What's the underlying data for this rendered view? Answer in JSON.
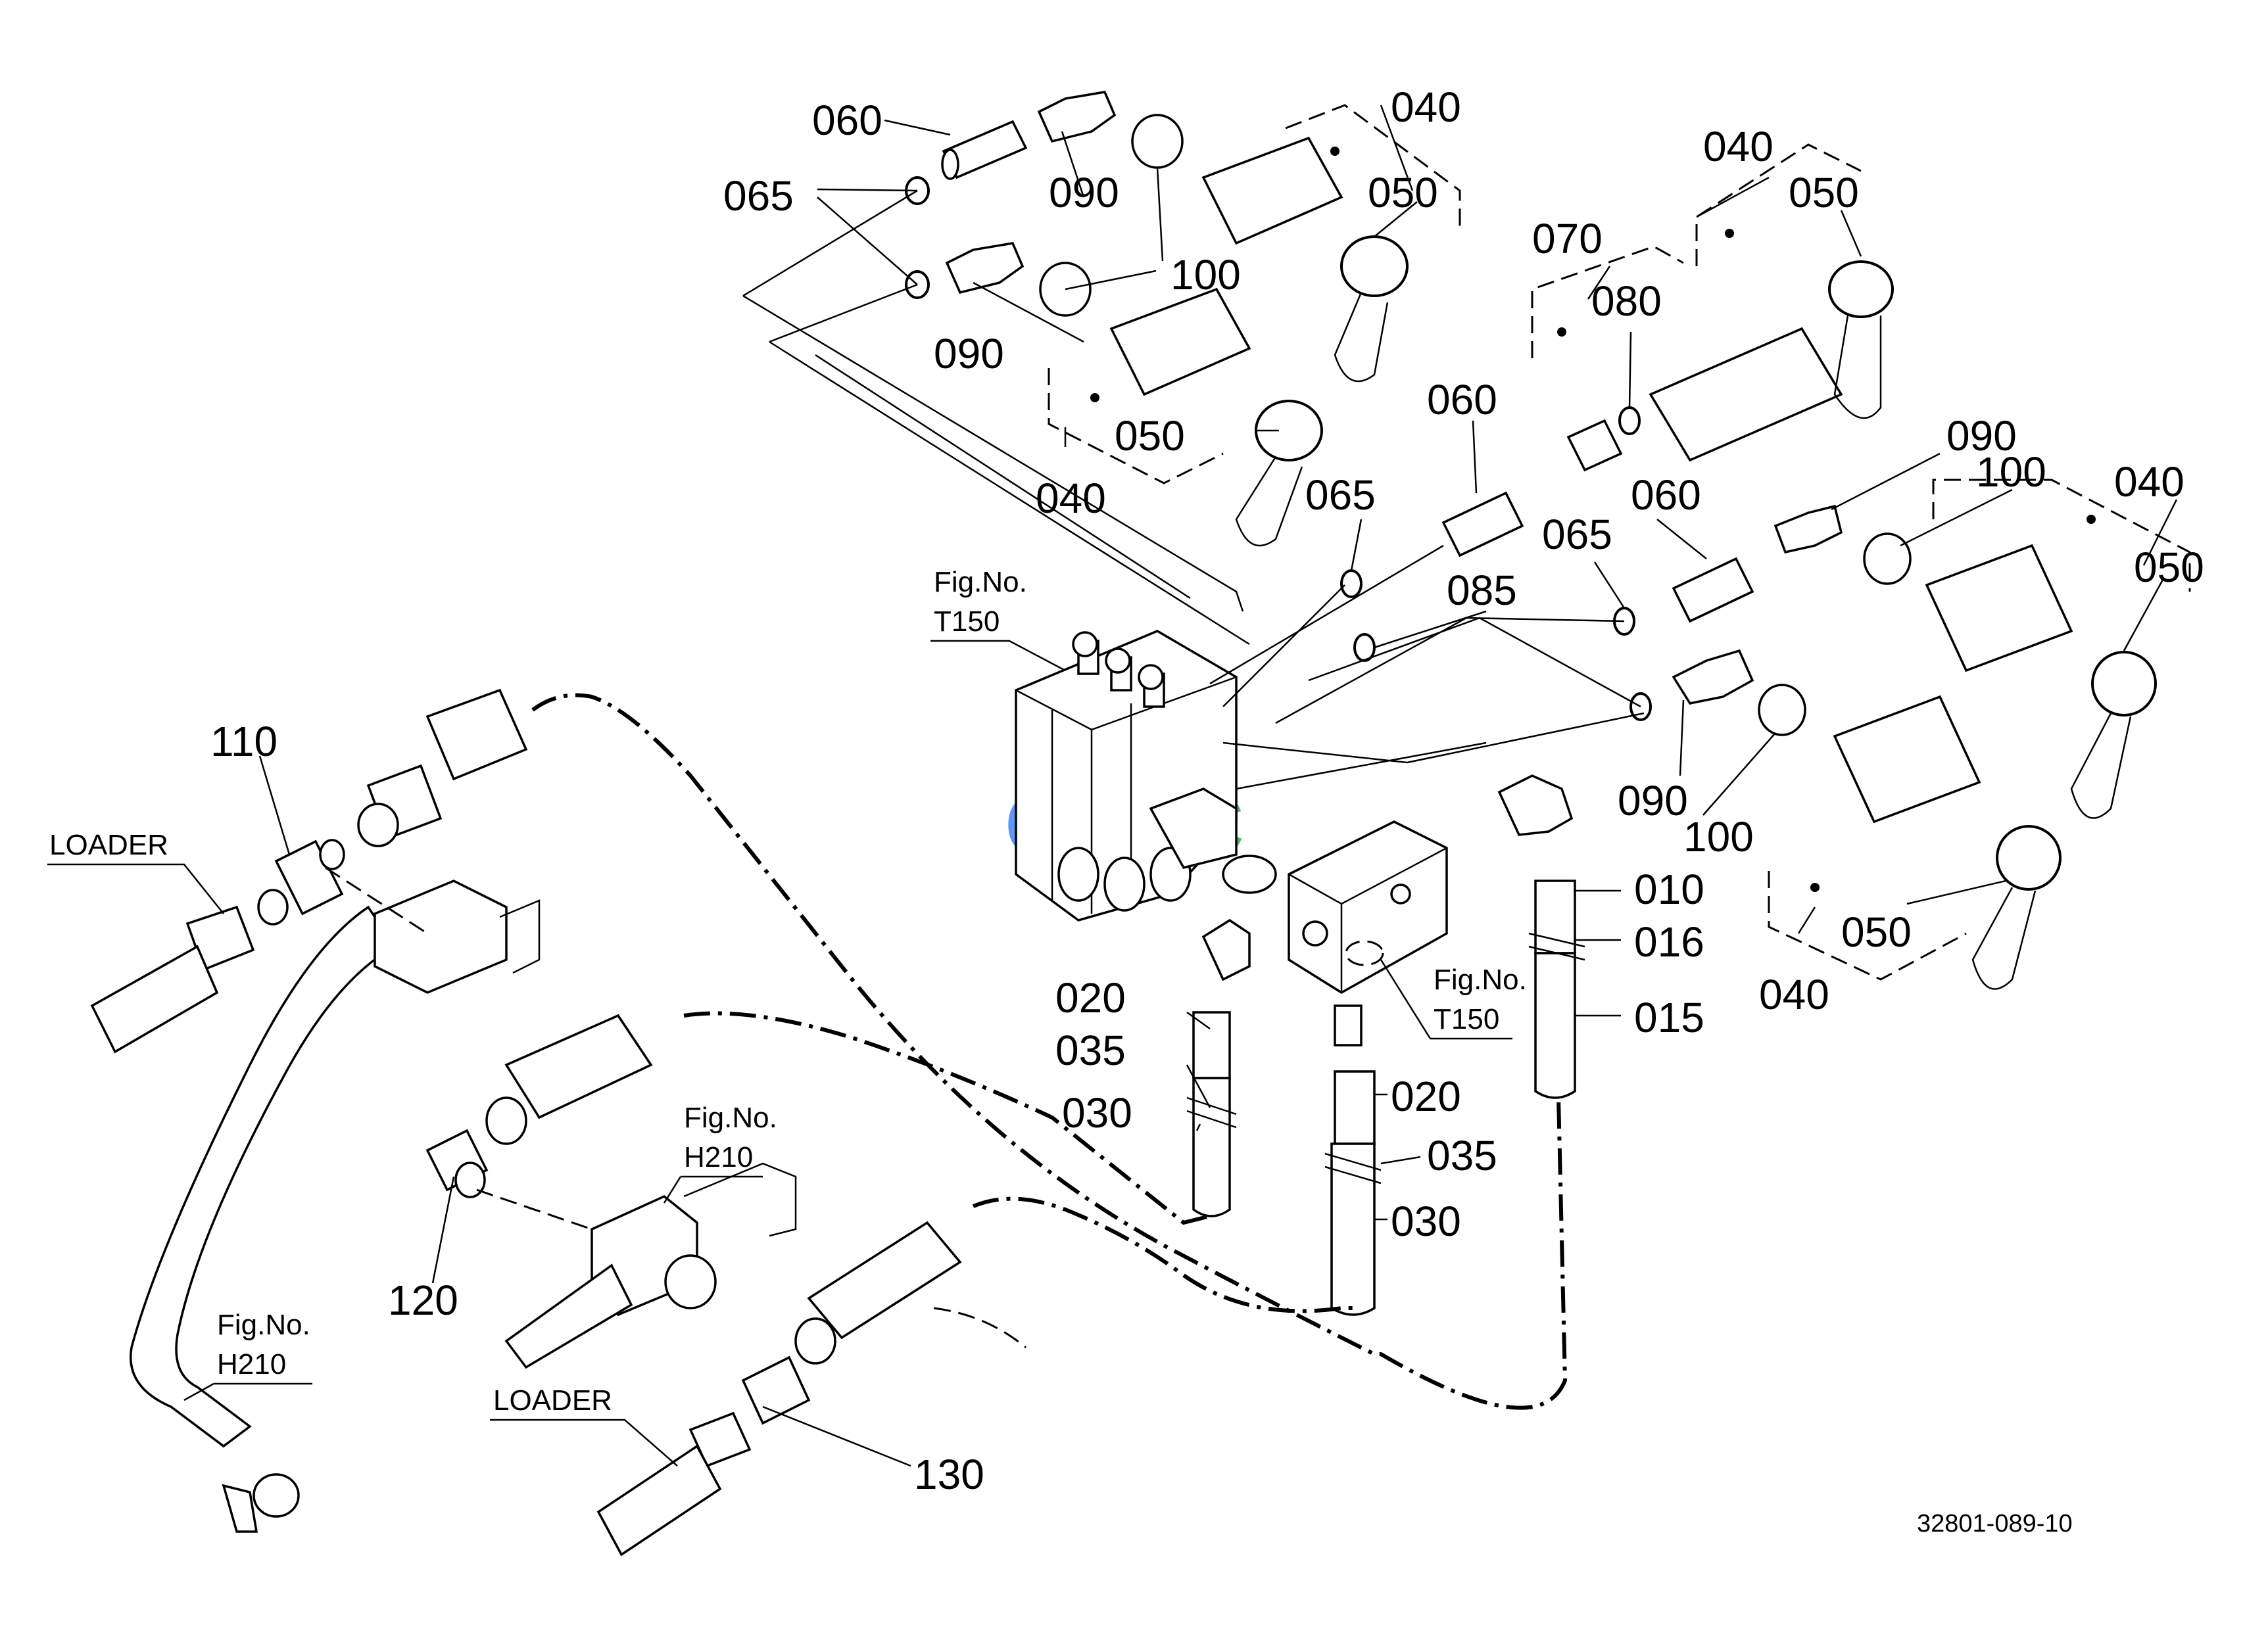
{
  "drawing_number": "32801-089-10",
  "watermark": {
    "text": "CGSC",
    "colors": [
      "#4285F4",
      "#EA4335",
      "#FBBC05",
      "#34A853"
    ]
  },
  "reference_labels": {
    "loader_left": "LOADER",
    "loader_bottom": "LOADER",
    "fig_t150_top": {
      "line1": "Fig.No.",
      "line2": "T150"
    },
    "fig_t150_right": {
      "line1": "Fig.No.",
      "line2": "T150"
    },
    "fig_h210_middle": {
      "line1": "Fig.No.",
      "line2": "H210"
    },
    "fig_h210_left": {
      "line1": "Fig.No.",
      "line2": "H210"
    }
  },
  "part_callouts": {
    "p060_a": "060",
    "p065_a": "065",
    "p090_a": "090",
    "p040_a": "040",
    "p050_a": "050",
    "p100_a": "100",
    "p090_b": "090",
    "p050_b": "050",
    "p040_b": "040",
    "p070": "070",
    "p080": "080",
    "p040_c": "040",
    "p050_c": "050",
    "p060_b": "060",
    "p065_b": "065",
    "p060_c": "060",
    "p065_c": "065",
    "p085": "085",
    "p090_c": "090",
    "p100_b": "100",
    "p040_d": "040",
    "p050_d": "050",
    "p090_d": "090",
    "p100_c": "100",
    "p050_e": "050",
    "p040_e": "040",
    "p010": "010",
    "p016": "016",
    "p015": "015",
    "p020_a": "020",
    "p035_a": "035",
    "p030_a": "030",
    "p020_b": "020",
    "p035_b": "035",
    "p030_b": "030",
    "p110": "110",
    "p120": "120",
    "p130": "130"
  }
}
